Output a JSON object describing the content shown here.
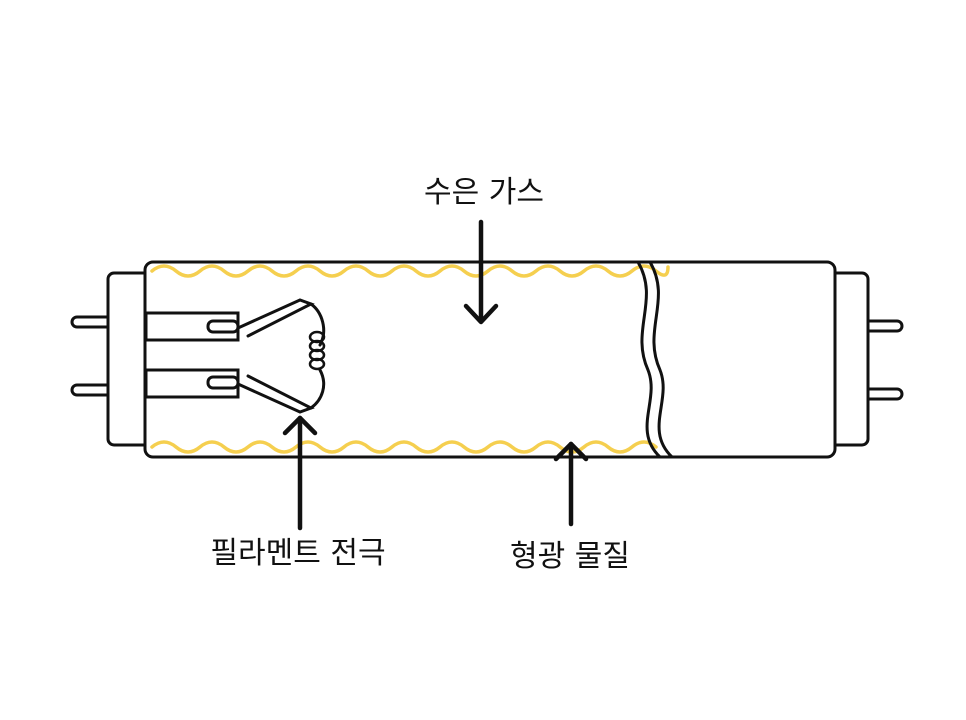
{
  "labels": {
    "gas": "수은 가스",
    "filament": "필라멘트 전극",
    "phosphor": "형광 물질"
  },
  "colors": {
    "outline": "#111111",
    "phosphor": "#f5cf4f",
    "background": "#ffffff"
  }
}
